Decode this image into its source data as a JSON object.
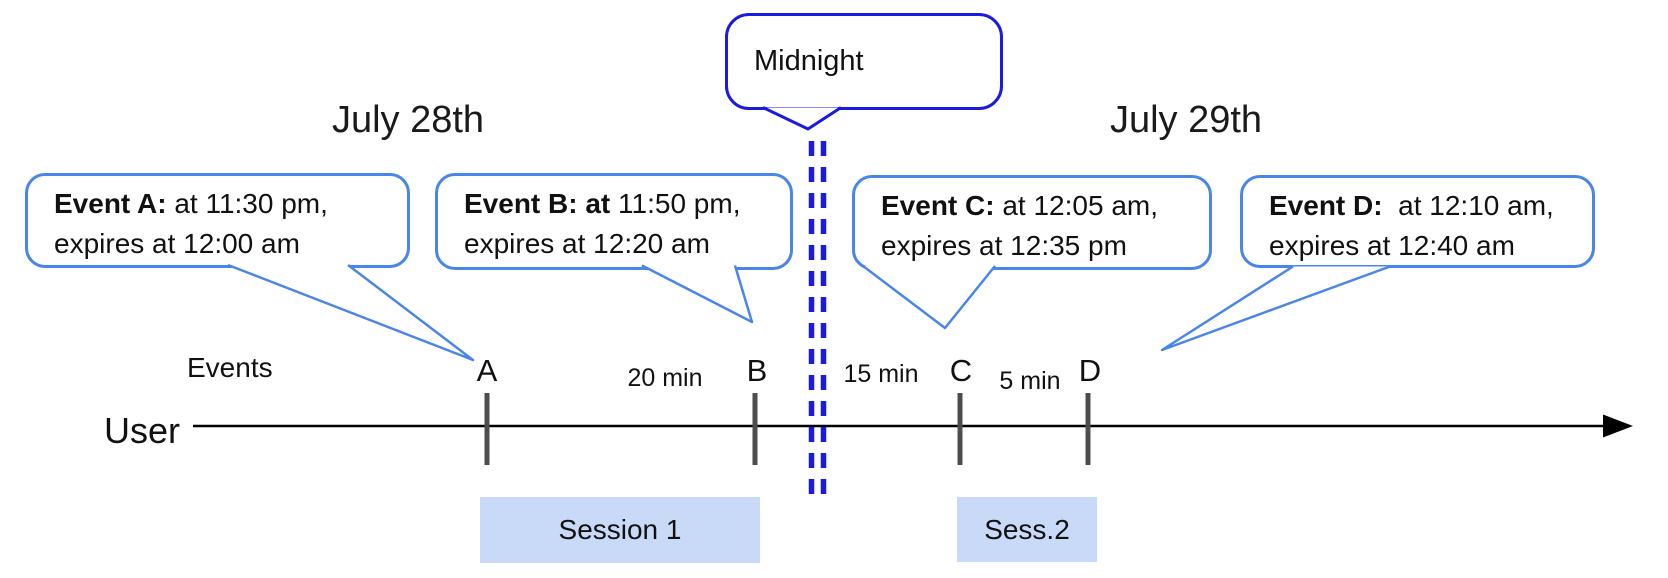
{
  "colors": {
    "event_box_border": "#4a86e8",
    "midnight_accent": "#1a1ae0",
    "session_fill": "#c9daf8",
    "tick_color": "#4d4d4d",
    "timeline_color": "#000000"
  },
  "dates": {
    "left": "July 28th",
    "right": "July 29th"
  },
  "midnight": {
    "label": "Midnight"
  },
  "axis": {
    "events_label": "Events",
    "user_label": "User"
  },
  "event_callouts": [
    {
      "id": "A",
      "title_bold": "Event A:",
      "title_rest": " at 11:30 pm,",
      "line2": "expires at 12:00 am"
    },
    {
      "id": "B",
      "title_bold": "Event B: at",
      "title_rest": " 11:50 pm,",
      "line2": "expires at 12:20 am"
    },
    {
      "id": "C",
      "title_bold": "Event C:",
      "title_rest": " at 12:05 am,",
      "line2": "expires at 12:35 pm"
    },
    {
      "id": "D",
      "title_bold": "Event D:",
      "title_rest": "  at 12:10 am,",
      "line2": "expires at 12:40 am"
    }
  ],
  "ticks": [
    {
      "label": "A"
    },
    {
      "label": "B"
    },
    {
      "label": "C"
    },
    {
      "label": "D"
    }
  ],
  "intervals": [
    {
      "label": "20 min"
    },
    {
      "label": "15 min"
    },
    {
      "label": "5 min"
    }
  ],
  "sessions": [
    {
      "label": "Session 1"
    },
    {
      "label": "Sess.2"
    }
  ]
}
